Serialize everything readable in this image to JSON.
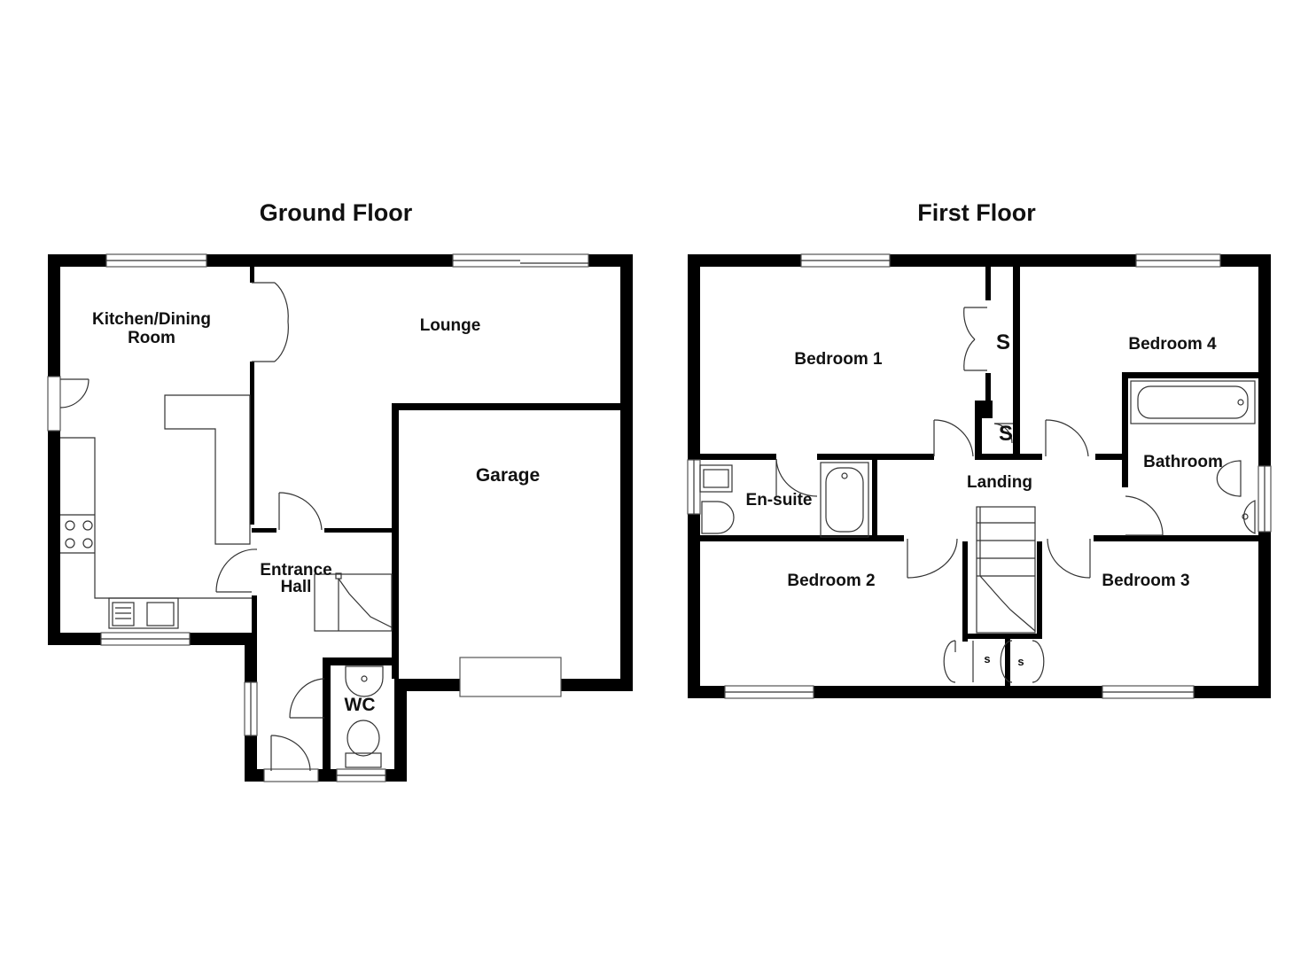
{
  "floors": {
    "ground": {
      "title": "Ground Floor",
      "rooms": {
        "kitchen_line1": "Kitchen/Dining",
        "kitchen_line2": "Room",
        "lounge": "Lounge",
        "garage": "Garage",
        "hall_line1": "Entrance",
        "hall_line2": "Hall",
        "wc": "WC"
      }
    },
    "first": {
      "title": "First Floor",
      "rooms": {
        "bedroom1": "Bedroom 1",
        "bedroom2": "Bedroom 2",
        "bedroom3": "Bedroom 3",
        "bedroom4": "Bedroom 4",
        "ensuite": "En-suite",
        "landing": "Landing",
        "bathroom": "Bathroom",
        "store": "S",
        "store_small": "s"
      }
    }
  }
}
